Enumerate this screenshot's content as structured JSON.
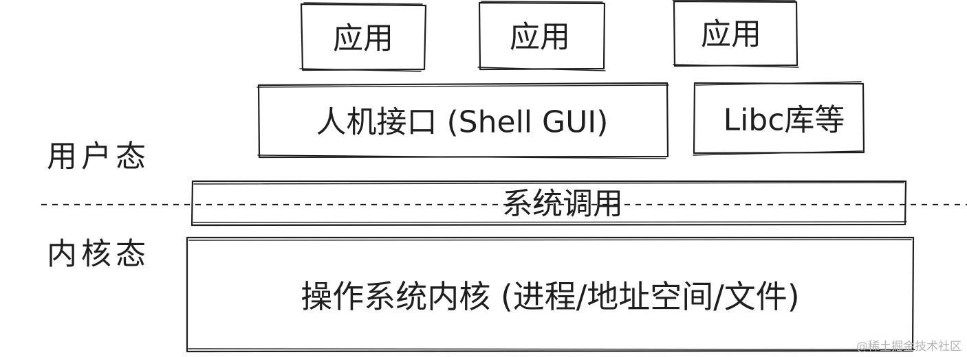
{
  "diagram": {
    "apps": [
      {
        "label": "应用"
      },
      {
        "label": "应用"
      },
      {
        "label": "应用"
      }
    ],
    "hci_box": {
      "label": "人机接口 (Shell GUI)"
    },
    "libc_box": {
      "label": "Libc库等"
    },
    "syscall_box": {
      "label": "系统调用"
    },
    "kernel_box": {
      "label": "操作系统内核 (进程/地址空间/文件)"
    },
    "user_mode_label": "用户态",
    "kernel_mode_label": "内核态"
  },
  "watermark": "@稀土掘金技术社区"
}
